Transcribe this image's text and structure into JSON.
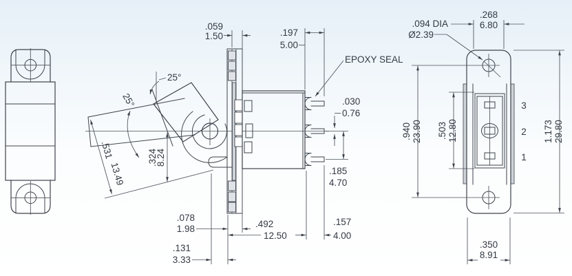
{
  "labels": {
    "epoxy_seal": "EPOXY SEAL",
    "angle_upper": "25°",
    "angle_swing": "25°",
    "hole_callout": {
      "in": ".094 DIA",
      "mm": "Ø2.39"
    },
    "terminals": [
      "3",
      "2",
      "1"
    ],
    "dims": {
      "bracket_thickness": {
        "in": ".059",
        "mm": "1.50"
      },
      "seal_depth": {
        "in": ".197",
        "mm": "5.00"
      },
      "terminal_thickness": {
        "in": ".030",
        "mm": "0.76"
      },
      "terminal_spacing": {
        "in": ".185",
        "mm": "4.70"
      },
      "lever_length": {
        "in": ".531",
        "mm": "13.49"
      },
      "lever_travel": {
        "in": ".324",
        "mm": "8.24"
      },
      "bracket_offset": {
        "in": ".078",
        "mm": "1.98"
      },
      "body_depth": {
        "in": ".492",
        "mm": "12.50"
      },
      "terminal_length": {
        "in": ".157",
        "mm": "4.00"
      },
      "bracket_gap": {
        "in": ".131",
        "mm": "3.33"
      },
      "slot_width": {
        "in": ".268",
        "mm": "6.80"
      },
      "hole_spacing": {
        "in": ".940",
        "mm": "23.90"
      },
      "contact_window": {
        "in": ".503",
        "mm": "12.80"
      },
      "overall_height": {
        "in": "1.173",
        "mm": "29.80"
      },
      "base_width": {
        "in": ".350",
        "mm": "8.91"
      }
    },
    "colors": {
      "line": "#3d434b",
      "text": "#333a43",
      "background_top": "#e6eff8"
    }
  }
}
